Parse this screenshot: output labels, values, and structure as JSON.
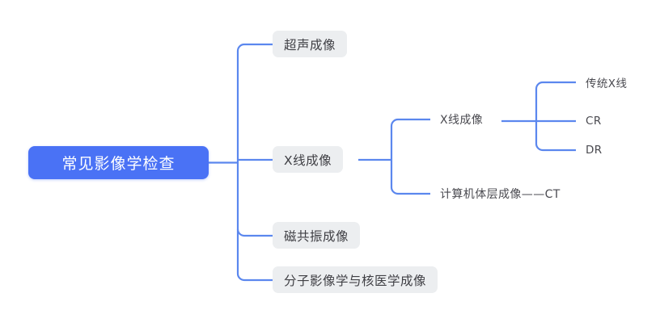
{
  "diagram": {
    "type": "mind-map",
    "title": "常见影像学检查",
    "colors": {
      "root_background": "#4a72f5",
      "root_text": "#ffffff",
      "node_background": "#eceef0",
      "node_text": "#3f3f44",
      "connector": "#5b87ee",
      "canvas_background": "#ffffff"
    },
    "root": {
      "label": "常见影像学检查"
    },
    "level2": [
      {
        "label": "超声成像"
      },
      {
        "label": "X线成像"
      },
      {
        "label": "磁共振成像"
      },
      {
        "label": "分子影像学与核医学成像"
      }
    ],
    "level3": [
      {
        "label": "X线成像"
      },
      {
        "label": "计算机体层成像——CT"
      }
    ],
    "level4": [
      {
        "label": "传统X线"
      },
      {
        "label": "CR"
      },
      {
        "label": "DR"
      }
    ]
  }
}
